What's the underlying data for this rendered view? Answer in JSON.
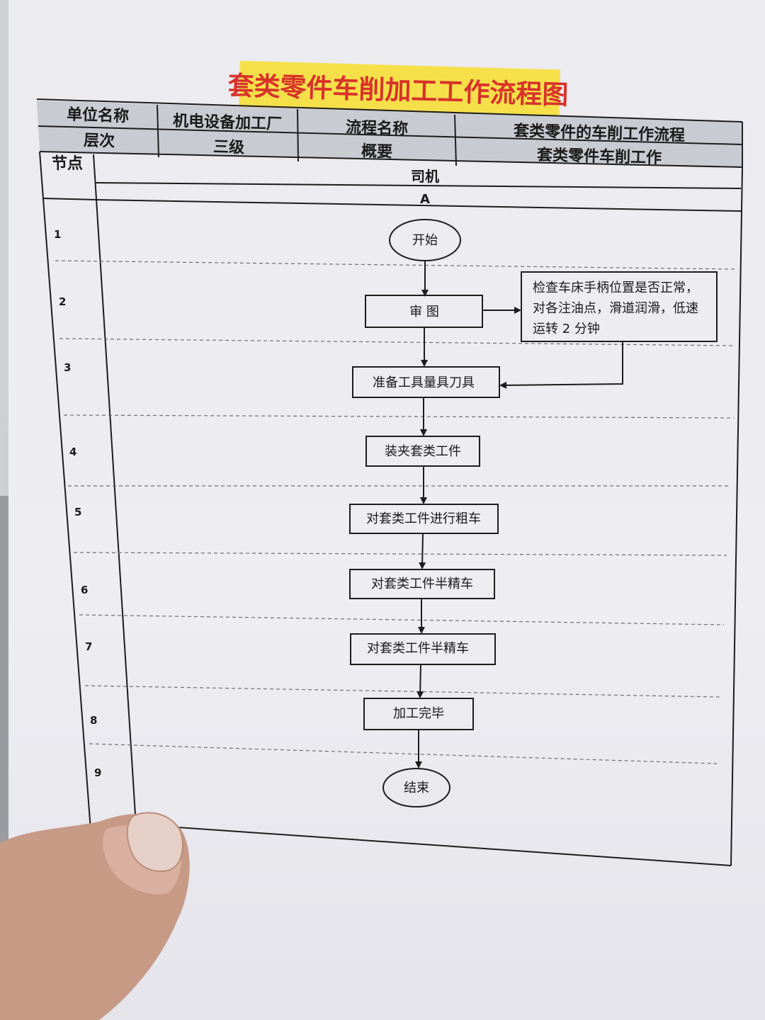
{
  "title": "套类零件车削加工工作流程图",
  "colors": {
    "highlight": "#f6e04a",
    "title_text": "#d8322a",
    "header_fill": "#c9cbd3",
    "line": "#1d1d1d"
  },
  "header": {
    "row1": {
      "unit_label": "单位名称",
      "unit_value": "机电设备加工厂",
      "process_label": "流程名称",
      "process_value": "套类零件的车削工作流程"
    },
    "row2": {
      "level_label": "层次",
      "level_value": "三级",
      "summary_label": "概要",
      "summary_value": "套类零件车削工作"
    },
    "node_label": "节点",
    "role": "司机",
    "lane": "A"
  },
  "rows": [
    "1",
    "2",
    "3",
    "4",
    "5",
    "6",
    "7",
    "8",
    "9"
  ],
  "flow": {
    "start": "开始",
    "review": "审 图",
    "note_lines": [
      "检查车床手柄位置是否正常，",
      "对各注油点，滑道润滑，低速",
      "运转 2 分钟"
    ],
    "prepare": "准备工具量具刀具",
    "clamp": "装夹套类工件",
    "rough": "对套类工件进行粗车",
    "semi1": "对套类工件半精车",
    "semi2": "对套类工件半精车",
    "done": "加工完毕",
    "end": "结束"
  }
}
